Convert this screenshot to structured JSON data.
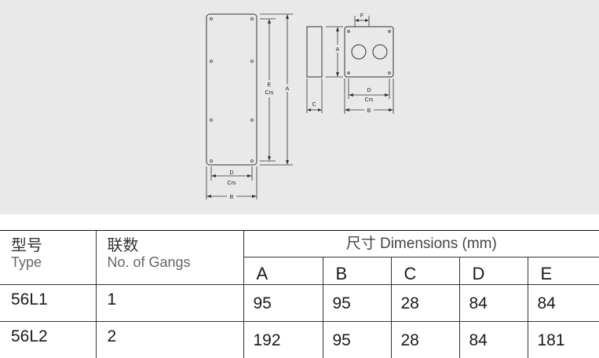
{
  "drawing": {
    "front_labels": {
      "A": "A",
      "E": "E",
      "E_crs": "Crs",
      "D": "D",
      "D_crs": "Crs",
      "B": "B"
    },
    "side_labels": {
      "C": "C"
    },
    "top_labels": {
      "F": "F",
      "A": "A",
      "D": "D",
      "D_crs": "Crs",
      "B": "B"
    }
  },
  "table": {
    "type_cn": "型号",
    "type_en": "Type",
    "gangs_cn": "联数",
    "gangs_en": "No. of Gangs",
    "dimensions_title": "尺寸 Dimensions (mm)",
    "columns": [
      "A",
      "B",
      "C",
      "D",
      "E"
    ],
    "rows": [
      {
        "type": "56L1",
        "gangs": "1",
        "values": [
          "95",
          "95",
          "28",
          "84",
          "84"
        ]
      },
      {
        "type": "56L2",
        "gangs": "2",
        "values": [
          "192",
          "95",
          "28",
          "84",
          "181"
        ]
      }
    ]
  }
}
